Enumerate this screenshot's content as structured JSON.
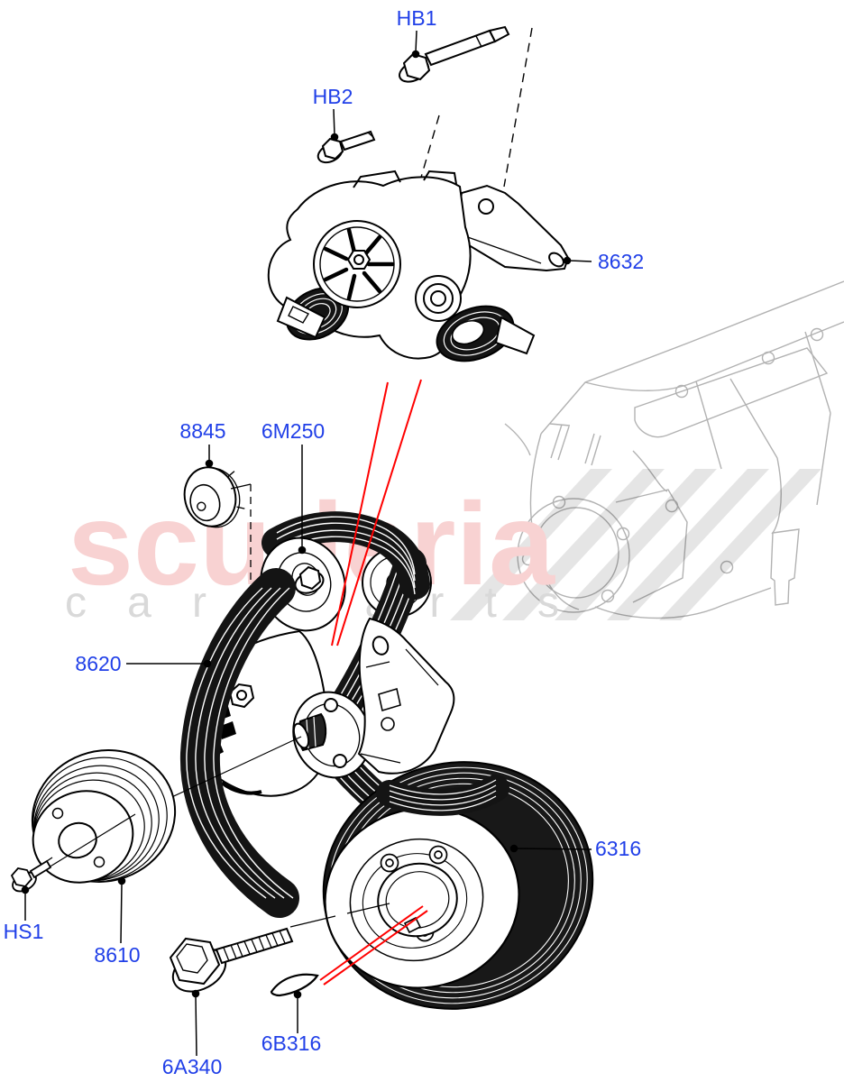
{
  "diagram": {
    "watermark": {
      "brand": "scuderia",
      "tagline": "car parts"
    },
    "colors": {
      "label_blue": "#2140e8",
      "highlight_red": "#ff0000",
      "artwork_black": "#000000",
      "belt_dark": "#141414",
      "ghost_gray": "#b2b2b2",
      "watermark_pink": "#f8d2d2",
      "watermark_gray": "#d9d9d9"
    },
    "labels": {
      "hb1": "HB1",
      "hb2": "HB2",
      "p8632": "8632",
      "p8845": "8845",
      "p6m250": "6M250",
      "p8620": "8620",
      "p6316": "6316",
      "hs1": "HS1",
      "p8610": "8610",
      "p6a340": "6A340",
      "p6b316": "6B316"
    }
  }
}
